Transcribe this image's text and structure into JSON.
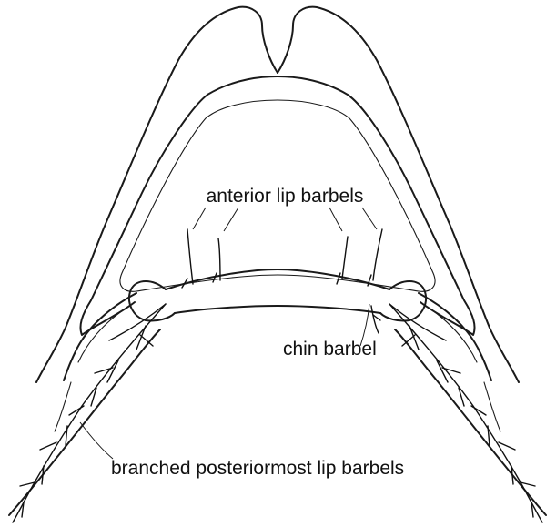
{
  "labels": {
    "anterior": "anterior lip barbels",
    "chin": "chin barbel",
    "posterior": "branched posteriormost lip barbels"
  }
}
